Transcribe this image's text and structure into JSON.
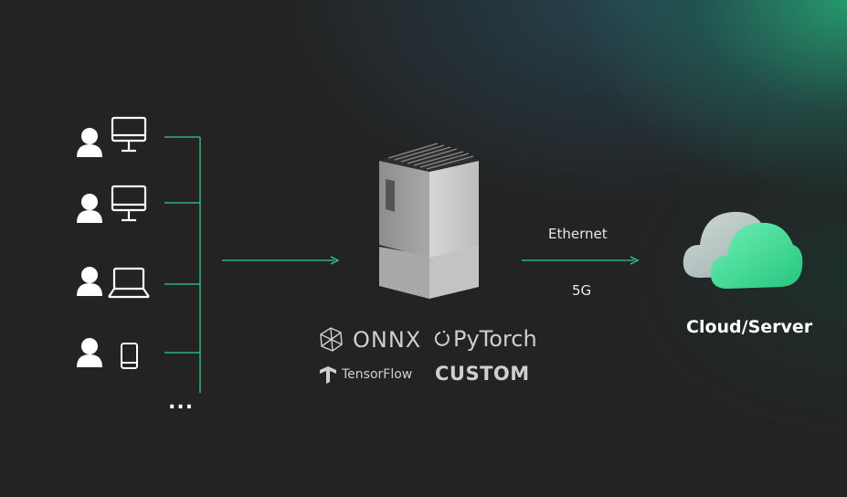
{
  "links": {
    "ethernet": "Ethernet",
    "fiveg": "5G"
  },
  "destination": {
    "label": "Cloud/Server",
    "icon": "cloud-icon"
  },
  "frameworks": {
    "onnx": "ONNX",
    "pytorch": "PyTorch",
    "tensorflow": "TensorFlow",
    "custom": "CUSTOM"
  },
  "clients": {
    "items": [
      {
        "icon": "user-icon",
        "device": "desktop-monitor-icon"
      },
      {
        "icon": "user-icon",
        "device": "desktop-monitor-icon"
      },
      {
        "icon": "user-icon",
        "device": "laptop-icon"
      },
      {
        "icon": "user-icon",
        "device": "smartphone-icon"
      }
    ],
    "more": "..."
  },
  "colors": {
    "accent": "#2fd08a",
    "background": "#232323",
    "text": "#e8e8e8",
    "framework_text": "#cfcfcf"
  }
}
